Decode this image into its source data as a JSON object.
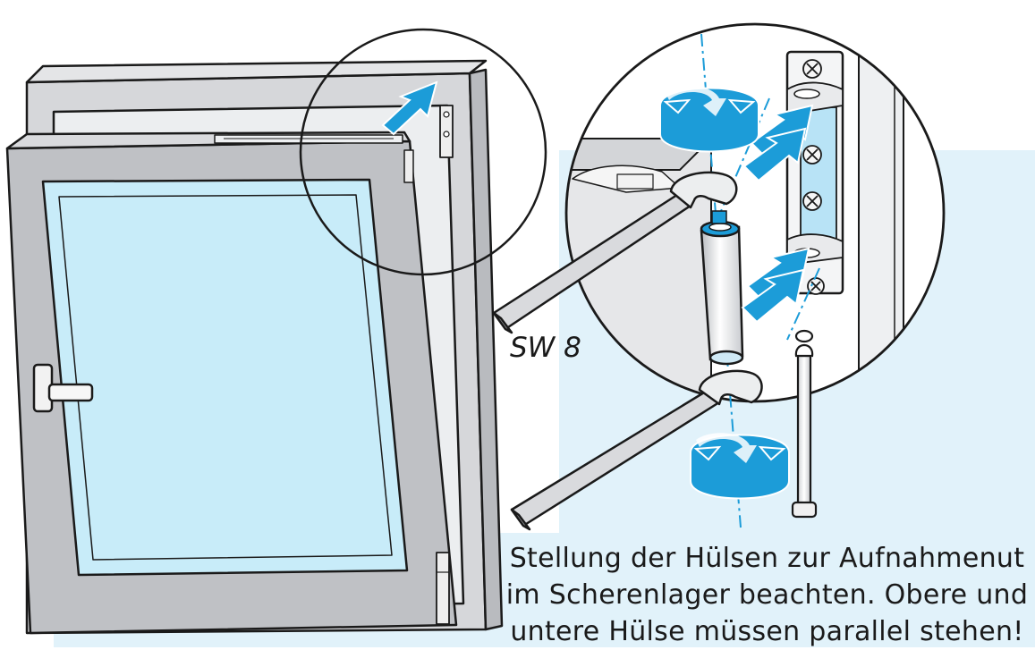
{
  "colors": {
    "light_blue": "#e1f2fa",
    "glass": "#c6ebf8",
    "frame_gray": "#cfd0d3",
    "sash_gray": "#bcbec2",
    "accent_blue": "#1c9cd8",
    "line": "#1a1a1a"
  },
  "icons": [
    "rotate-arrows-icon",
    "insert-arrow-icon",
    "wrench-icon",
    "screw-icon"
  ],
  "wrench_label": "SW 8",
  "caption": {
    "line1": "Stellung der Hülsen zur Aufnahmenut",
    "line2": "im Scherenlager beachten. Obere und",
    "line3": "untere Hülse müssen parallel stehen!"
  }
}
